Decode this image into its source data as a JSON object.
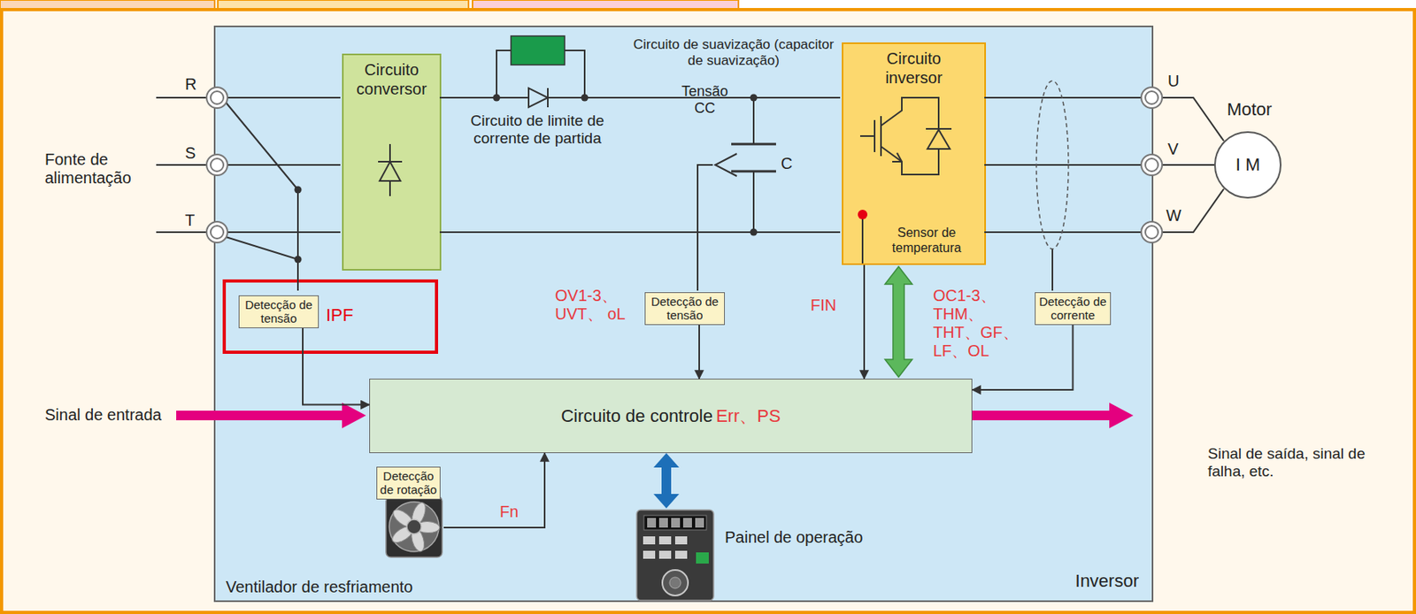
{
  "diagram": {
    "nodes": [
      {
        "text": [
          "Inversor"
        ]
      },
      {
        "text": [
          "Circuito conversor"
        ],
        "in": 0
      },
      {
        "text": [
          "Circuito inversor",
          "Sensor de temperatura"
        ],
        "in": 0
      },
      {
        "text": [
          "IPF"
        ],
        "in": 0
      },
      {
        "text": [
          "Detecção de tensão"
        ],
        "in": 3
      },
      {
        "text": [
          "Detecção de tensão"
        ],
        "in": 0
      },
      {
        "text": [
          "Detecção de corrente"
        ],
        "in": 0
      },
      {
        "text": [
          "Circuito de controle",
          "Err、PS"
        ],
        "in": 0
      },
      {
        "text": [
          "Detecção de rotação"
        ],
        "in": 0
      },
      {
        "text": [
          "Motor",
          "I M"
        ]
      }
    ],
    "edges": [
      {
        "from": 4,
        "to": 7,
        "arrow": "to"
      },
      {
        "from": 5,
        "to": 7,
        "arrow": "to"
      },
      {
        "from": 6,
        "to": 7,
        "arrow": "to"
      },
      {
        "from": 2,
        "to": 7,
        "label": "FIN",
        "arrow": "to"
      },
      {
        "from": 2,
        "to": 7,
        "arrow": "both"
      },
      {
        "from": 8,
        "to": 7,
        "label": "Fn",
        "arrow": "to"
      }
    ],
    "labels": [
      "R",
      "S",
      "T",
      "U",
      "V",
      "W",
      "Fonte de alimentação",
      "Circuito de limite de corrente de partida",
      "Circuito de suavização (capacitor de suavização)",
      "Tensão CC",
      "C",
      "OV1-3、 UVT、 oL",
      "OC1-3、 THM、 THT、GF、 LF、OL",
      "Sinal de entrada",
      "Sinal de saída, sinal de falha, etc.",
      "Painel de operação",
      "Ventilador de resfriamento"
    ]
  }
}
